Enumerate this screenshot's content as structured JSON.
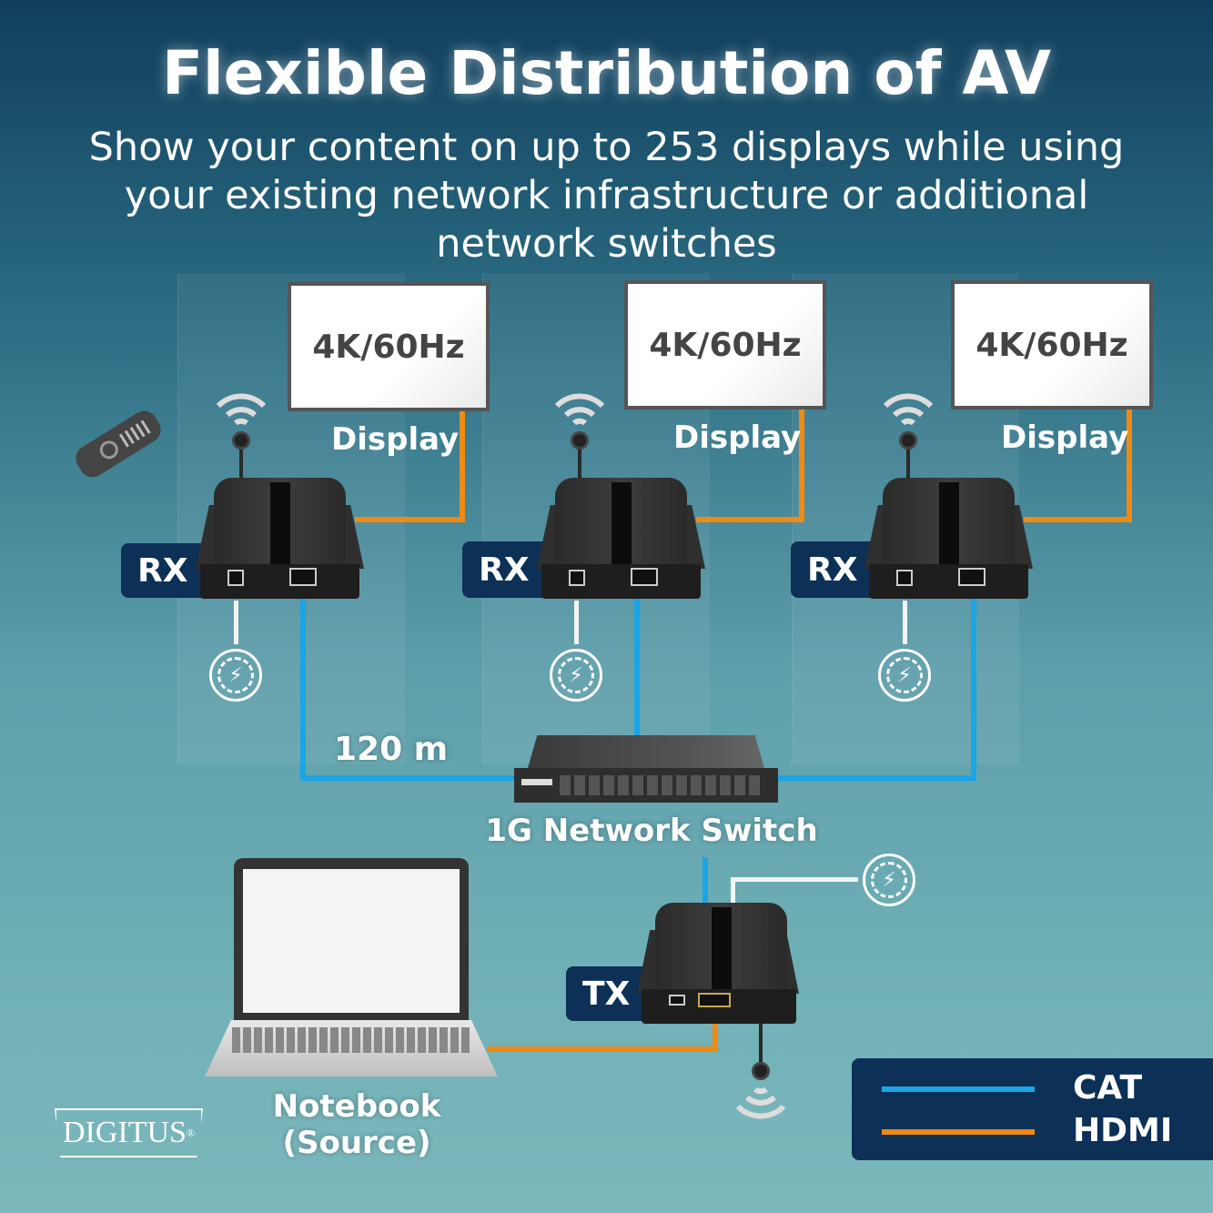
{
  "header": {
    "title": "Flexible Distribution of AV",
    "subtitle_lines": [
      "Show your content on up to 253 displays while using",
      "your existing network infrastructure or additional",
      "network switches"
    ]
  },
  "displays": [
    {
      "resolution": "4K/60Hz",
      "label": "Display"
    },
    {
      "resolution": "4K/60Hz",
      "label": "Display"
    },
    {
      "resolution": "4K/60Hz",
      "label": "Display"
    }
  ],
  "receivers": [
    {
      "label": "RX"
    },
    {
      "label": "RX"
    },
    {
      "label": "RX"
    }
  ],
  "distance": "120 m",
  "switch": {
    "label": "1G Network Switch"
  },
  "transmitter": {
    "label": "TX"
  },
  "source": {
    "line1": "Notebook",
    "line2": "(Source)"
  },
  "logo": {
    "text": "DIGITUS",
    "mark": "®"
  },
  "legend": [
    {
      "label": "CAT",
      "color": "#1aa5e6"
    },
    {
      "label": "HDMI",
      "color": "#f08a12"
    }
  ],
  "icons": [
    "wifi-icon",
    "power-icon",
    "remote-control-icon",
    "antenna-icon"
  ]
}
